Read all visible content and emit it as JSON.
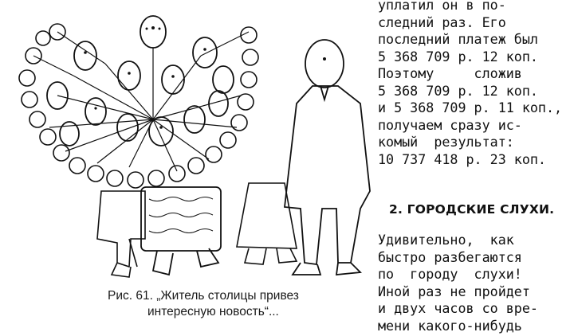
{
  "figure": {
    "caption_line1": "Рис. 61. „Житель столицы привез",
    "caption_line2": "интересную новость“..."
  },
  "column": {
    "lines": [
      "уплатил он в по-",
      "следний раз. Его",
      "последний платеж был",
      "5 368 709 р. 12 коп.",
      "Поэтому     сложив",
      "5 368 709 р. 12 коп.",
      "и 5 368 709 р. 11 коп.,",
      "получаем сразу ис-",
      "комый  результат:",
      "10 737 418 р. 23 коп."
    ],
    "section_heading": "2. ГОРОДСКИЕ СЛУХИ.",
    "section_lines": [
      "Удивительно,  как",
      "быстро разбегаются",
      "по  городу  слухи!",
      "Иной раз не пройдет",
      "и двух часов со вре-",
      "мени какого-нибудь"
    ]
  }
}
